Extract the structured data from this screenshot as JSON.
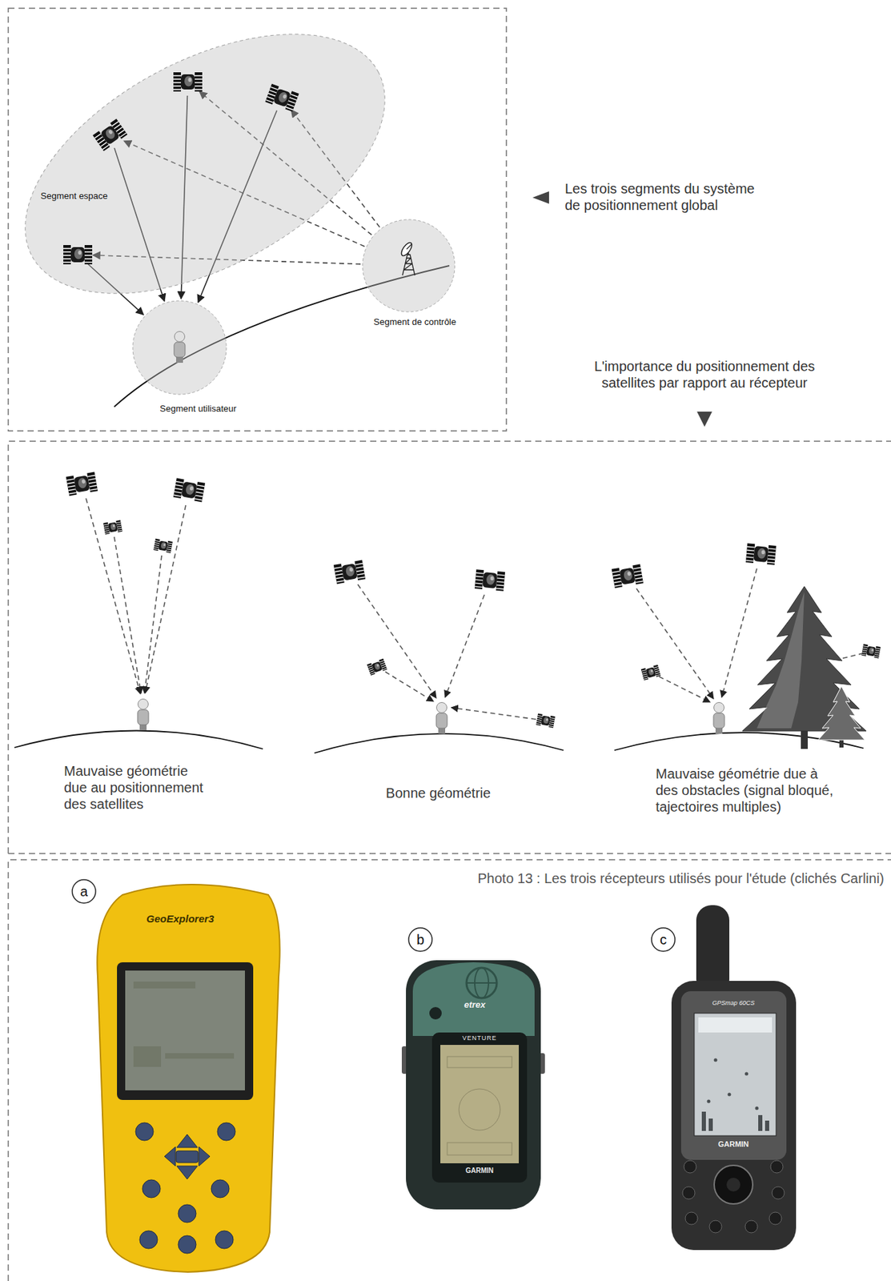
{
  "diagram": {
    "caption": "Photo 13 : Les trois récepteurs utilisés pour l'étude (clichés Carlini)",
    "nodes": [
      {
        "text": [
          "Segment espace"
        ]
      },
      {
        "text": [
          "Segment de contrôle"
        ]
      },
      {
        "text": [
          "Segment utilisateur"
        ]
      },
      {
        "text": [
          "a"
        ]
      },
      {
        "text": [
          "b"
        ]
      },
      {
        "text": [
          "c"
        ]
      }
    ],
    "edges": [
      {
        "from": 1,
        "to": 0,
        "arrow": "to"
      },
      {
        "from": 0,
        "to": 2,
        "arrow": "to"
      }
    ],
    "labels": [
      "Les trois segments du système de positionnement global",
      "L'importance du positionnement des satellites par rapport au récepteur",
      "Mauvaise géométrie due au positionnement des satellites",
      "Bonne géométrie",
      "Mauvaise géométrie due à des obstacles (signal bloqué, tajectoires multiples)",
      "GeoExplorer3",
      "etrex",
      "VENTURE",
      "GARMIN",
      "GPSmap 60CS",
      "GARMIN"
    ]
  }
}
